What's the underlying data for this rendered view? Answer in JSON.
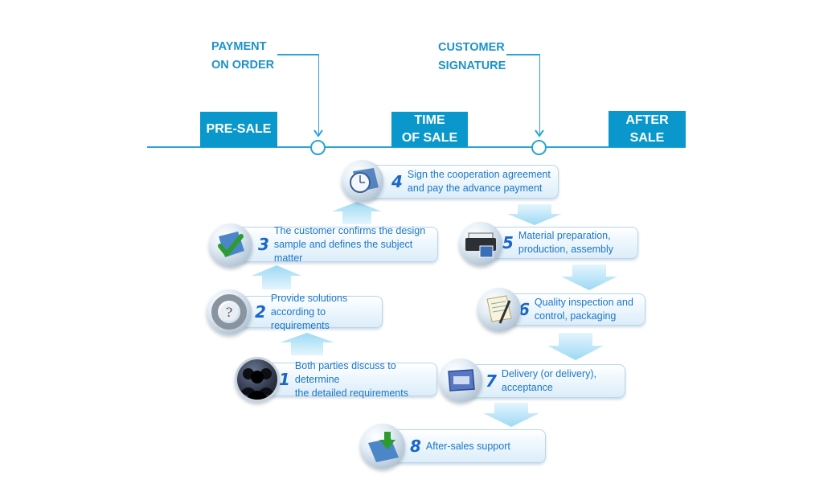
{
  "timeline": {
    "phases": [
      {
        "id": "pre-sale",
        "lines": [
          "PRE-SALE"
        ]
      },
      {
        "id": "time-of-sale",
        "lines": [
          "TIME",
          "OF SALE"
        ]
      },
      {
        "id": "after-sale",
        "lines": [
          "AFTER",
          "SALE"
        ]
      }
    ],
    "milestones": [
      {
        "id": "payment-on-order",
        "lines": [
          "PAYMENT",
          "ON ORDER"
        ]
      },
      {
        "id": "customer-signature",
        "lines": [
          "CUSTOMER",
          "SIGNATURE"
        ]
      }
    ]
  },
  "steps": [
    {
      "number": "1",
      "lines": [
        "Both parties discuss to determine",
        "the detailed requirements"
      ],
      "icon": "people-icon"
    },
    {
      "number": "2",
      "lines": [
        "Provide solutions",
        "according to requirements"
      ],
      "icon": "question-lifebuoy-icon"
    },
    {
      "number": "3",
      "lines": [
        "The customer confirms the design",
        "sample and defines the subject matter"
      ],
      "icon": "checkmark-book-icon"
    },
    {
      "number": "4",
      "lines": [
        "Sign the cooperation agreement",
        "and pay the advance payment"
      ],
      "icon": "clock-icon"
    },
    {
      "number": "5",
      "lines": [
        "Material preparation,",
        "production, assembly"
      ],
      "icon": "printer-icon"
    },
    {
      "number": "6",
      "lines": [
        "Quality inspection and",
        "control, packaging"
      ],
      "icon": "document-pen-icon"
    },
    {
      "number": "7",
      "lines": [
        "Delivery (or delivery),",
        "acceptance"
      ],
      "icon": "window-icon"
    },
    {
      "number": "8",
      "lines": [
        "After-sales support"
      ],
      "icon": "download-book-icon"
    }
  ],
  "colors": {
    "timeline": "#2aa3d6",
    "phase_bg": "#0a98cc",
    "milestone_text": "#1d92c9",
    "step_text": "#1c76c8",
    "step_number": "#1a66c9",
    "arrow": "#bfe6f8"
  }
}
